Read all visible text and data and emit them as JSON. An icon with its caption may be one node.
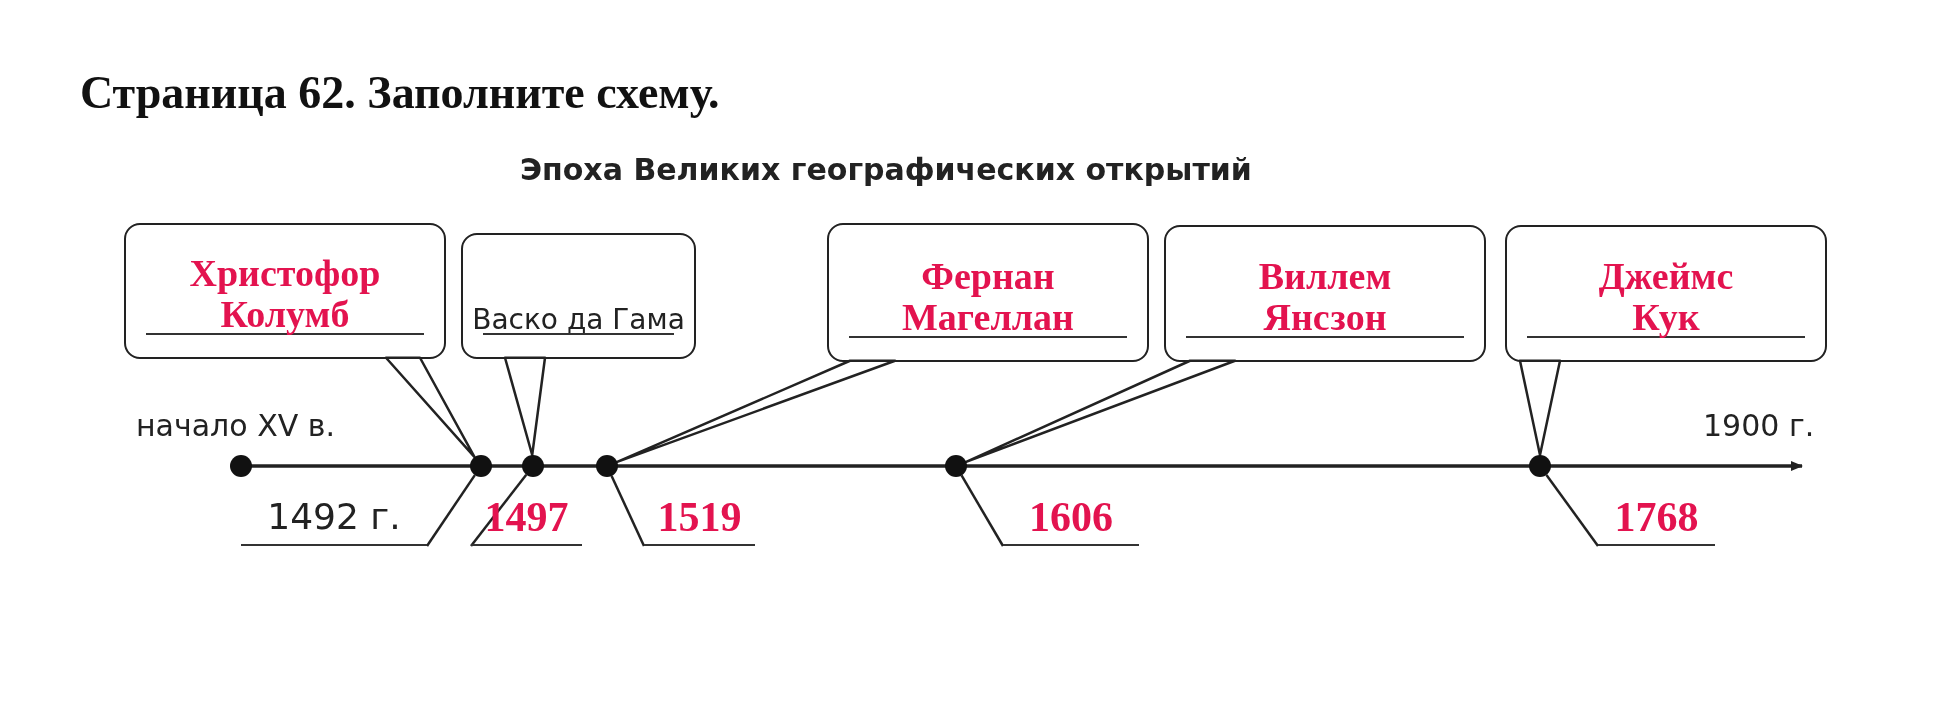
{
  "diagram": {
    "title": "Страница 62. Заполните схему.",
    "nodes": [
      {
        "text": [
          "Христофор Колумб"
        ]
      },
      {
        "text": [
          "Васко да Гама"
        ]
      },
      {
        "text": [
          "Фернан Магеллан"
        ]
      },
      {
        "text": [
          "Виллем Янсзон"
        ]
      },
      {
        "text": [
          "Джеймс Кук"
        ]
      },
      {
        "text": [],
        "shape": "circle"
      },
      {
        "text": [],
        "shape": "circle"
      },
      {
        "text": [],
        "shape": "circle"
      },
      {
        "text": [],
        "shape": "circle"
      },
      {
        "text": [],
        "shape": "circle"
      },
      {
        "text": [],
        "shape": "circle"
      },
      {
        "text": [
          "1492 г."
        ]
      },
      {
        "text": [
          "1497"
        ]
      },
      {
        "text": [
          "1519"
        ]
      },
      {
        "text": [
          "1606"
        ]
      },
      {
        "text": [
          "1768"
        ]
      }
    ],
    "edges": [
      {
        "from": 0,
        "to": 6,
        "arrow": "none"
      },
      {
        "from": 1,
        "to": 7,
        "arrow": "none"
      },
      {
        "from": 2,
        "to": 8,
        "arrow": "none"
      },
      {
        "from": 3,
        "to": 9,
        "arrow": "none"
      },
      {
        "from": 4,
        "to": 10,
        "arrow": "none"
      },
      {
        "from": 11,
        "to": 6,
        "arrow": "none"
      },
      {
        "from": 12,
        "to": 7,
        "arrow": "none"
      },
      {
        "from": 13,
        "to": 8,
        "arrow": "none"
      },
      {
        "from": 14,
        "to": 9,
        "arrow": "none"
      },
      {
        "from": 15,
        "to": 10,
        "arrow": "none"
      }
    ],
    "labels": [
      "Эпоха Великих географических открытий",
      "начало XV в.",
      "1900 г."
    ]
  }
}
